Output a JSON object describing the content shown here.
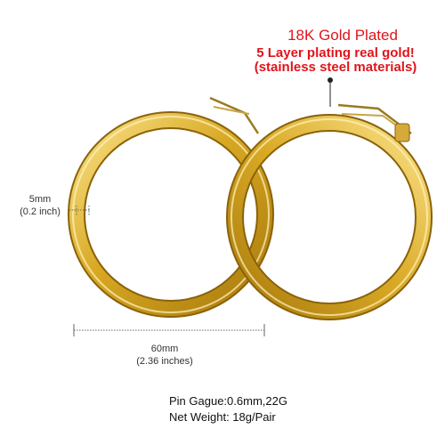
{
  "callout": {
    "headline": "18K Gold Plated",
    "line1": "5 Layer plating real gold!",
    "line2": "(stainless steel materials)"
  },
  "dimensions": {
    "thickness_value": "5mm",
    "thickness_inches": "(0.2 inch)",
    "diameter_value": "60mm",
    "diameter_inches": "(2.36 inches)"
  },
  "specs": {
    "pin": "Pin Gague:0.6mm,22G",
    "weight": "Net Weight: 18g/Pair"
  },
  "colors": {
    "callout_text": "#e0141b",
    "gold_dark": "#b8860b",
    "gold_light": "#f5d36a"
  },
  "icons": [
    "hoop-earring-left",
    "hoop-earring-right",
    "latch-hinge"
  ]
}
